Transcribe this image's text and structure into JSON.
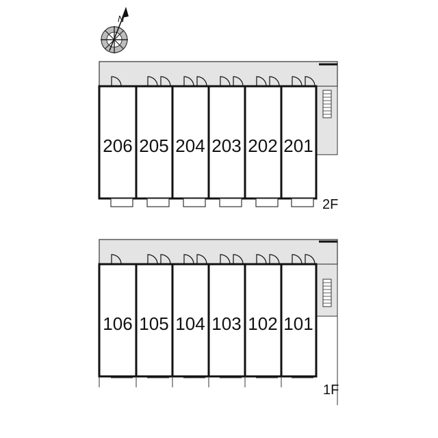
{
  "compass": {
    "icon": "compass-rose-icon",
    "north_label": "N"
  },
  "colors": {
    "corridor": "#e4e4e4",
    "wall": "#111111",
    "background": "#ffffff"
  },
  "floors": [
    {
      "label": "2F",
      "units": [
        "206",
        "205",
        "204",
        "203",
        "202",
        "201"
      ]
    },
    {
      "label": "1F",
      "units": [
        "106",
        "105",
        "104",
        "103",
        "102",
        "101"
      ]
    }
  ]
}
